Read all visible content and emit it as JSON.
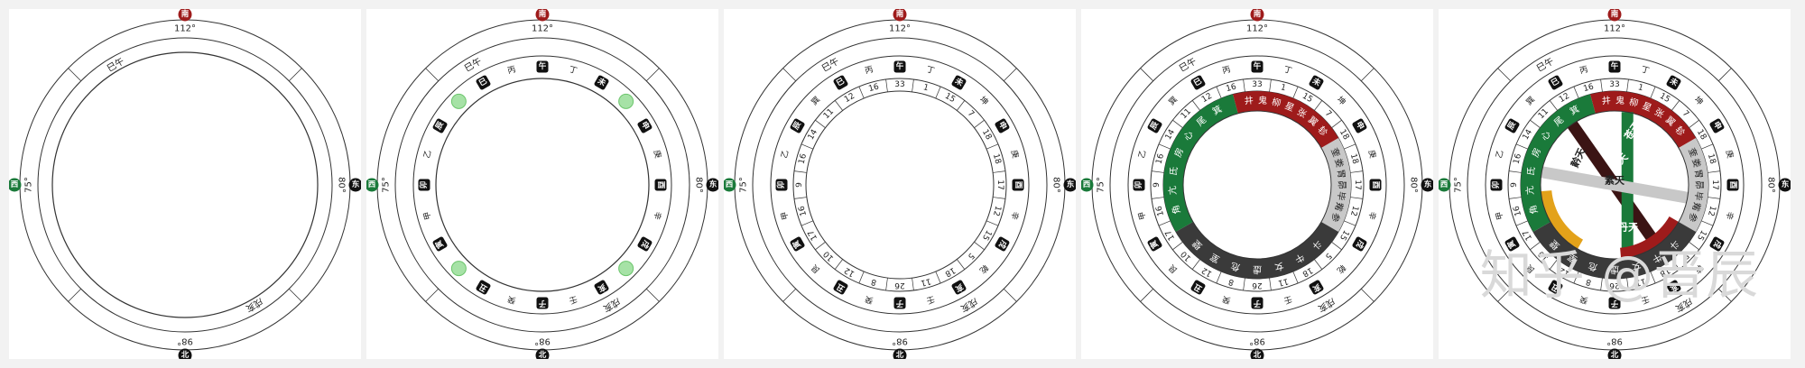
{
  "compass": {
    "south": "南",
    "north": "北",
    "east": "东",
    "west": "西"
  },
  "degrees": {
    "top": "112°",
    "bottom": "98°",
    "left": "75°",
    "right": "80°"
  },
  "arcs": {
    "upper_left": "巳午",
    "lower_right": "戌亥"
  },
  "mountains": [
    "午",
    "丁",
    "未",
    "坤",
    "申",
    "庚",
    "酉",
    "辛",
    "戌",
    "乾",
    "亥",
    "壬",
    "子",
    "癸",
    "丑",
    "艮",
    "寅",
    "甲",
    "卯",
    "乙",
    "辰",
    "巽",
    "巳",
    "丙"
  ],
  "ring_numbers": [
    "33",
    "1",
    "15",
    "7",
    "18",
    "18",
    "17",
    "12",
    "15",
    "5",
    "18",
    "11",
    "26",
    "8",
    "12",
    "10",
    "17",
    "16",
    "9",
    "16",
    "14",
    "11",
    "12",
    "16"
  ],
  "mansions_red": "角亢氐房心尾箕",
  "mansions_black": "斗牛女虚危室壁",
  "mansions_gray": "奎娄胃昴毕觜参",
  "mansions_top_red": "井鬼柳星张翼轸",
  "sky_labels": {
    "cang": "苍天",
    "xuan": "玄天",
    "su": "素天",
    "dan": "丹天",
    "jin": "黅天"
  },
  "watermark": "知乎 @晋辰",
  "colors": {
    "red": "#9e1b1b",
    "green": "#1a7a3a",
    "black": "#333333",
    "gray": "#c8c8c8",
    "yellow": "#e3a21a",
    "light_green": "#a6e2a6"
  }
}
